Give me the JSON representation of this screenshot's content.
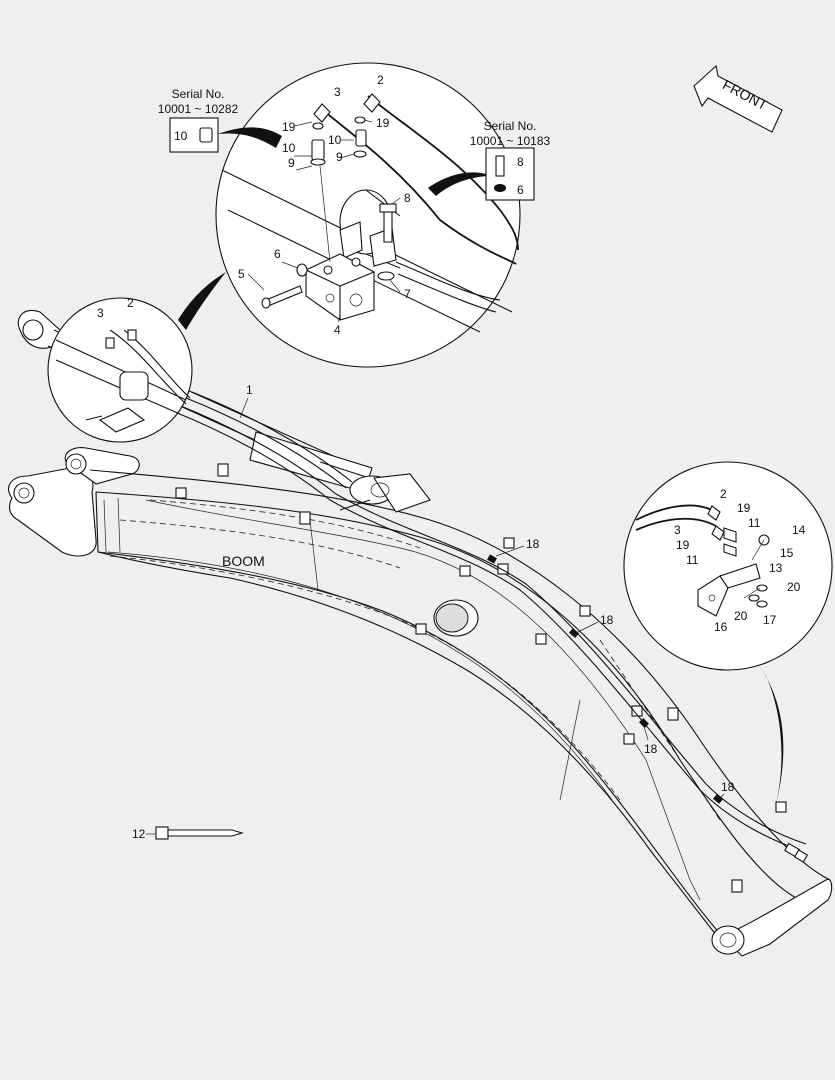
{
  "boom_label": "BOOM",
  "front_label": "FRONT",
  "serial_left": {
    "title": "Serial No.",
    "range": "10001 ~ 10282",
    "part": "10"
  },
  "serial_right": {
    "title": "Serial No.",
    "range": "10001 ~ 10183",
    "parts": [
      "8",
      "6"
    ]
  },
  "callouts": {
    "c1": "1",
    "top": [
      "3",
      "2",
      "19",
      "19",
      "10",
      "10",
      "9",
      "9",
      "8",
      "6",
      "5",
      "7",
      "4"
    ],
    "small": [
      "3",
      "2"
    ],
    "right": [
      "2",
      "19",
      "11",
      "3",
      "14",
      "19",
      "15",
      "11",
      "13",
      "20",
      "20",
      "17",
      "16"
    ],
    "boom": [
      "18",
      "18",
      "18",
      "18"
    ],
    "tie": "12"
  }
}
